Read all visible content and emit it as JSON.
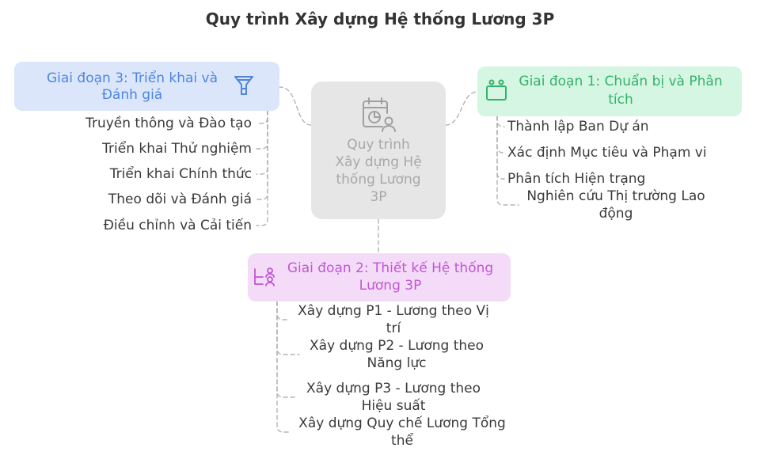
{
  "title": "Quy trình Xây dựng Hệ thống Lương 3P",
  "text_color": "#3a3a3a",
  "connector_color": "#b3b3b3",
  "center_node": {
    "label": "Quy trình\nXây dựng Hệ\nthống Lương\n3P",
    "icon": "calendar-chart-user-icon",
    "background": "#e6e6e6",
    "text_color": "#a8a8a8"
  },
  "branches": [
    {
      "label": "Giai đoạn 1: Chuẩn bị và Phân\ntích",
      "icon": "package-icon",
      "color": "#35b26b",
      "background": "#d4f6e2",
      "children": [
        "Thành lập Ban Dự án",
        "Xác định Mục tiêu và Phạm vi",
        "Phân tích Hiện trạng",
        "Nghiên cứu Thị trường Lao\nđộng"
      ]
    },
    {
      "label": "Giai đoạn 2: Thiết kế Hệ thống\nLương 3P",
      "icon": "org-chart-users-icon",
      "color": "#c057d4",
      "background": "#f4dcf8",
      "children": [
        "Xây dựng P1 - Lương theo Vị\ntrí",
        "Xây dựng P2 - Lương theo\nNăng lực",
        "Xây dựng P3 - Lương theo\nHiệu suất",
        "Xây dựng Quy chế Lương Tổng\nthể"
      ]
    },
    {
      "label": "Giai đoạn 3: Triển khai và\nĐánh giá",
      "icon": "funnel-icon",
      "color": "#4e86e0",
      "background": "#dbe6fa",
      "children": [
        "Truyền thông và Đào tạo",
        "Triển khai Thử nghiệm",
        "Triển khai Chính thức",
        "Theo dõi và Đánh giá",
        "Điều chỉnh và Cải tiến"
      ]
    }
  ]
}
